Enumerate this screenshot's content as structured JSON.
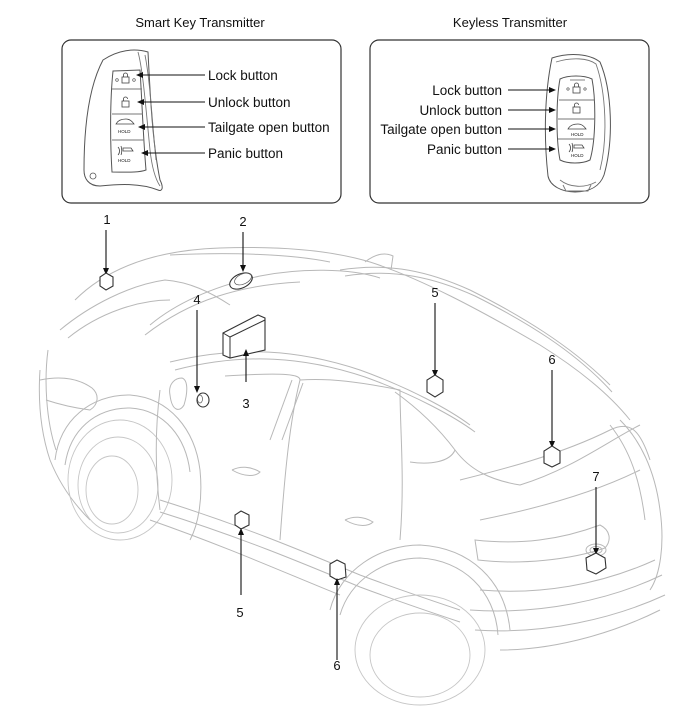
{
  "diagram": {
    "panels": [
      {
        "id": "smart-key",
        "title": "Smart Key Transmitter",
        "buttons": [
          "Lock button",
          "Unlock button",
          "Tailgate open button",
          "Panic button"
        ]
      },
      {
        "id": "keyless",
        "title": "Keyless Transmitter",
        "buttons": [
          "Lock button",
          "Unlock button",
          "Tailgate open button",
          "Panic button"
        ]
      }
    ],
    "fob_glyphs": {
      "hold": "HOLD"
    },
    "callouts": [
      "1",
      "2",
      "3",
      "4",
      "5",
      "6",
      "5",
      "6",
      "7"
    ],
    "colors": {
      "line": "#111111",
      "car_outline": "#b8b8b8",
      "box_border": "#333333"
    }
  }
}
